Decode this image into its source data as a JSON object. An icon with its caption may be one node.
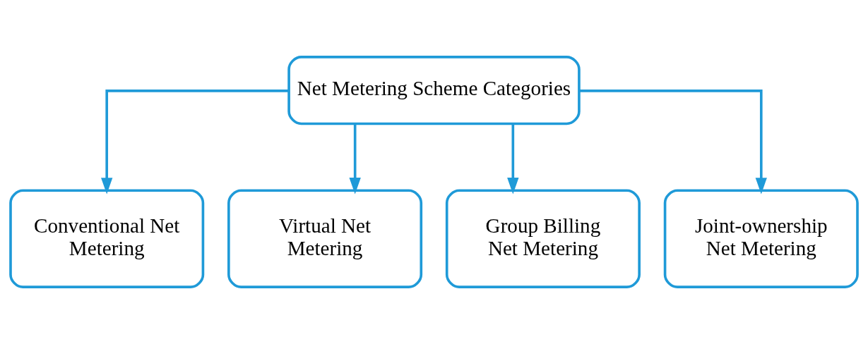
{
  "diagram": {
    "nodes": [
      {
        "text": [
          "Net Metering Scheme Categories"
        ]
      },
      {
        "text": [
          "Conventional Net Metering"
        ]
      },
      {
        "text": [
          "Virtual Net Metering"
        ]
      },
      {
        "text": [
          "Group Billing Net Metering"
        ]
      },
      {
        "text": [
          "Joint-ownership Net Metering"
        ]
      }
    ],
    "edges": [
      {
        "from": 0,
        "to": 1,
        "arrow": "to"
      },
      {
        "from": 0,
        "to": 2,
        "arrow": "to"
      },
      {
        "from": 0,
        "to": 3,
        "arrow": "to"
      },
      {
        "from": 0,
        "to": 4,
        "arrow": "to"
      }
    ]
  }
}
